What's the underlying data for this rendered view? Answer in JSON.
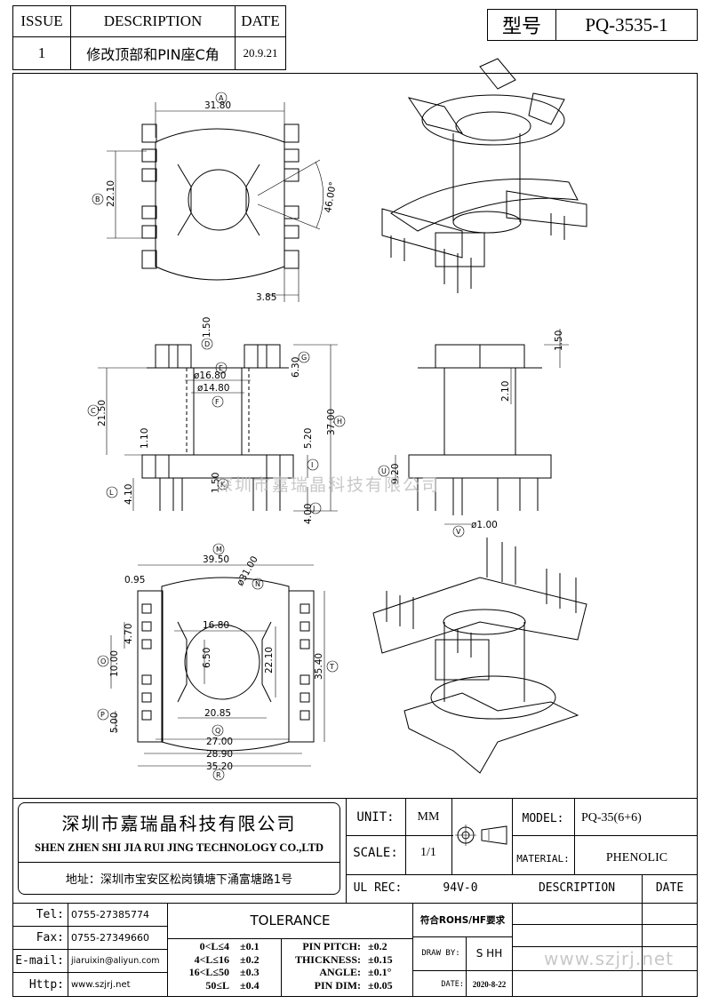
{
  "revision": {
    "headers": {
      "issue": "ISSUE",
      "description": "DESCRIPTION",
      "date": "DATE"
    },
    "row": {
      "issue": "1",
      "description": "修改顶部和PIN座C角",
      "date": "20.9.21"
    }
  },
  "model_box": {
    "label": "型号",
    "value": "PQ-3535-1"
  },
  "drawing": {
    "watermark": "深圳市嘉瑞晶科技有限公司",
    "top_view": {
      "dims": {
        "A": "31.80",
        "B": "22.10",
        "angle": "46.00°",
        "pin": "3.85"
      },
      "letters": {
        "A": "A",
        "B": "B"
      }
    },
    "front_view": {
      "dims": {
        "d1": "1.50",
        "d2": "6.30",
        "dia16": "ø16.80",
        "dia14": "ø14.80",
        "h215": "21.50",
        "h37": "37.00",
        "h520": "5.20",
        "h110": "1.10",
        "h150": "1.50",
        "h410": "4.10",
        "h400": "4.00"
      },
      "letters": {
        "C": "C",
        "D": "D",
        "E": "E",
        "F": "F",
        "G": "G",
        "H": "H",
        "I": "I",
        "J": "J",
        "K": "K",
        "L": "L"
      }
    },
    "side_view": {
      "dims": {
        "s150": "1.50",
        "s210": "2.10",
        "s920": "9.20",
        "pin": "ø1.00"
      },
      "letters": {
        "U": "U",
        "V": "V"
      }
    },
    "bottom_view": {
      "dims": {
        "w3950": "39.50",
        "r3100": "ø31.00",
        "d095": "0.95",
        "w1680": "16.80",
        "h470": "4.70",
        "h650": "6.50",
        "h1000": "10.00",
        "h2210": "22.10",
        "h3540": "35.40",
        "h500": "5.00",
        "w2085": "20.85",
        "w2700": "27.00",
        "w2890": "28.90",
        "w3520": "35.20"
      },
      "letters": {
        "M": "M",
        "N": "N",
        "O": "O",
        "P": "P",
        "Q": "Q",
        "R": "R",
        "T": "T"
      }
    }
  },
  "company": {
    "name_cn": "深圳市嘉瑞晶科技有限公司",
    "name_en": "SHEN ZHEN SHI  JIA RUI JING  TECHNOLOGY CO.,LTD",
    "address": "地址：深圳市宝安区松岗镇塘下涌富塘路1号"
  },
  "title_block": {
    "unit_label": "UNIT:",
    "unit_value": "MM",
    "scale_label": "SCALE:",
    "scale_value": "1/1",
    "ul_label": "UL REC:",
    "ul_value": "94V-0",
    "model_label": "MODEL:",
    "model_value": "PQ-35(6+6)",
    "material_label": "MATERIAL:",
    "material_value": "PHENOLIC",
    "description_label": "DESCRIPTION",
    "date_label": "DATE",
    "rohs": "符合ROHS/HF要求",
    "draw_label": "DRAW BY:",
    "draw_value": "S HH",
    "date_row_label": "DATE:",
    "date_value": "2020-8-22"
  },
  "contact": {
    "tel_label": "Tel:",
    "tel": "0755-27385774",
    "fax_label": "Fax:",
    "fax": "0755-27349660",
    "email_label": "E-mail:",
    "email": "jiaruixin@aliyun.com",
    "http_label": "Http:",
    "http": "www.szjrj.net"
  },
  "tolerance": {
    "title": "TOLERANCE",
    "rows": [
      {
        "range": "0<L≤4",
        "tol": "±0.1"
      },
      {
        "range": "4<L≤16",
        "tol": "±0.2"
      },
      {
        "range": "16<L≤50",
        "tol": "±0.3"
      },
      {
        "range": "50≤L",
        "tol": "±0.4"
      }
    ],
    "specs": [
      {
        "label": "PIN PITCH:",
        "tol": "±0.2"
      },
      {
        "label": "THICKNESS:",
        "tol": "±0.15"
      },
      {
        "label": "ANGLE:",
        "tol": "±0.1°"
      },
      {
        "label": "PIN DIM:",
        "tol": "±0.05"
      }
    ]
  },
  "website_watermark": "www.szjrj.net"
}
